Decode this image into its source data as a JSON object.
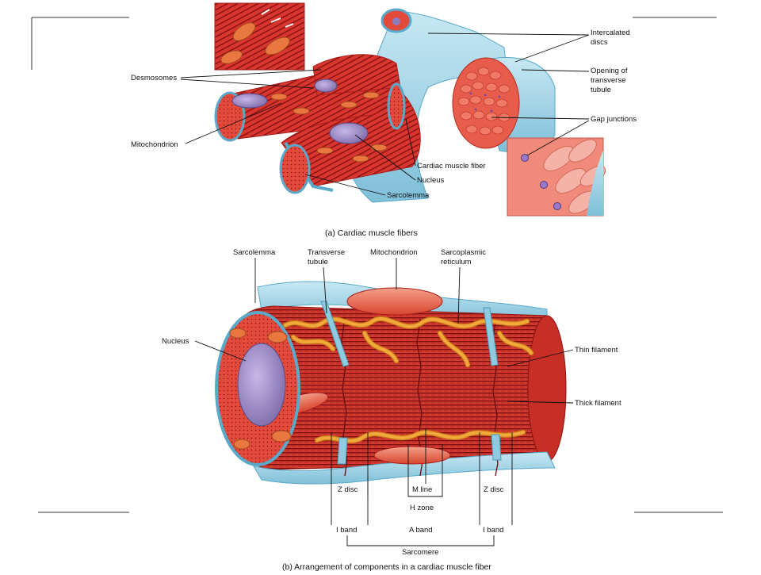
{
  "colors": {
    "muscle": "#d8362e",
    "muscle_dark": "#a81e1c",
    "muscle_light": "#ef6a57",
    "sarcolemma": "#9fd3e6",
    "sarcolemma_dark": "#5aa9c8",
    "mitochondria": "#e8783f",
    "sarcoplasmic": "#f2a93b",
    "nucleus": "#9e8cc4"
  },
  "panel_a": {
    "caption": "(a) Cardiac muscle fibers",
    "labels": {
      "intercalated_discs": [
        "Intercalated",
        "discs"
      ],
      "desmosomes": "Desmosomes",
      "opening_transverse_tubule": [
        "Opening of",
        "transverse",
        "tubule"
      ],
      "gap_junctions": "Gap junctions",
      "mitochondrion": "Mitochondrion",
      "cardiac_muscle_fiber": "Cardiac muscle fiber",
      "nucleus": "Nucleus",
      "sarcolemma": "Sarcolemma"
    }
  },
  "panel_b": {
    "caption": "(b) Arrangement of components in a cardiac muscle fiber",
    "labels": {
      "sarcolemma": "Sarcolemma",
      "transverse_tubule": [
        "Transverse",
        "tubule"
      ],
      "mitochondrion": "Mitochondrion",
      "sarcoplasmic_reticulum": [
        "Sarcoplasmic",
        "reticulum"
      ],
      "nucleus": "Nucleus",
      "thin_filament": "Thin filament",
      "thick_filament": "Thick filament",
      "z_disc_left": "Z disc",
      "m_line": "M line",
      "z_disc_right": "Z disc",
      "h_zone": "H zone",
      "i_band_left": "I band",
      "a_band": "A band",
      "i_band_right": "I band",
      "sarcomere": "Sarcomere"
    }
  }
}
